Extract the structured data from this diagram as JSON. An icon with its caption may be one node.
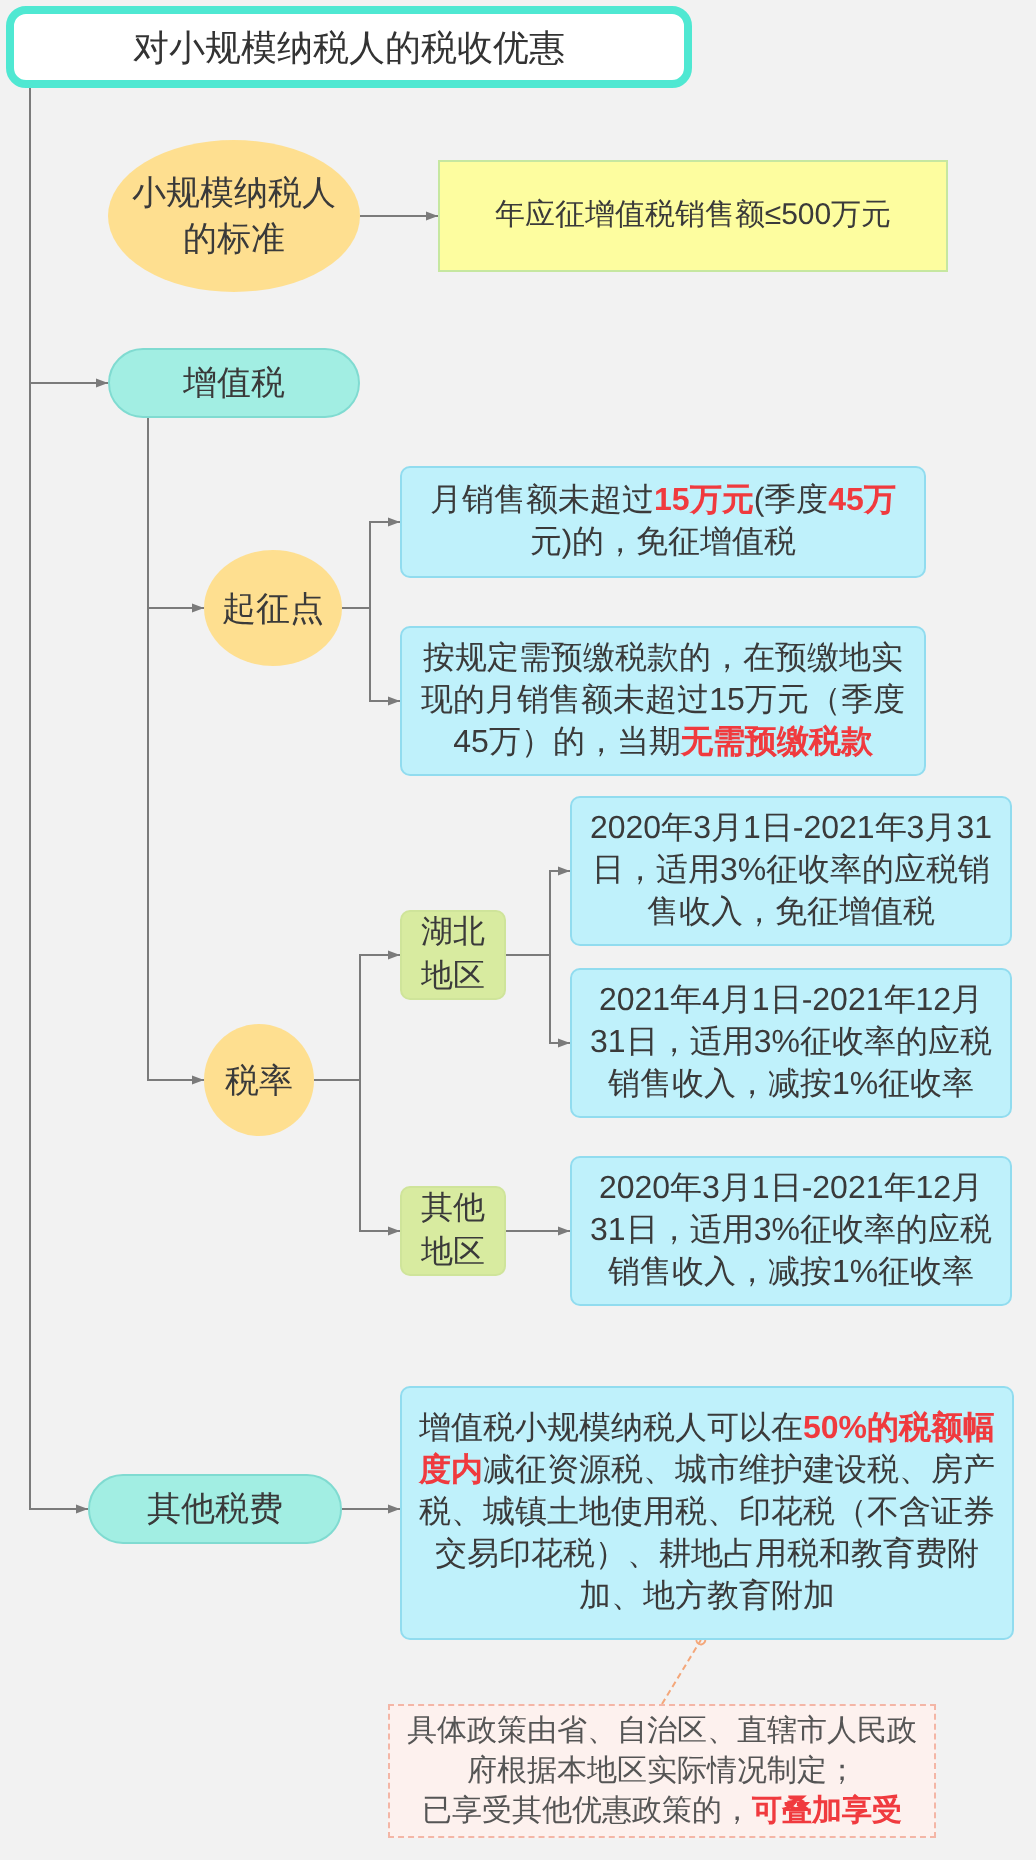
{
  "diagram": {
    "nodes": [
      {
        "text": [
          "对小规模纳税人的税收优惠"
        ]
      },
      {
        "text": [
          "小规模纳税人的标准"
        ]
      },
      {
        "text": [
          "年应征增值税销售额≤500万元"
        ]
      },
      {
        "text": [
          "增值税"
        ]
      },
      {
        "text": [
          "起征点"
        ]
      },
      {
        "text": [
          "月销售额未超过**15万元**(季度**45万**元)的，免征增值税"
        ]
      },
      {
        "text": [
          "按规定需预缴税款的，在预缴地实现的月销售额未超过15万元（季度45万）的，当期**无需预缴税款**"
        ]
      },
      {
        "text": [
          "税率"
        ]
      },
      {
        "text": [
          "湖北地区"
        ]
      },
      {
        "text": [
          "2020年3月1日-2021年3月31日，适用3%征收率的应税销售收入，免征增值税"
        ]
      },
      {
        "text": [
          "2021年4月1日-2021年12月31日，适用3%征收率的应税销售收入，减按1%征收率"
        ]
      },
      {
        "text": [
          "其他地区"
        ]
      },
      {
        "text": [
          "2020年3月1日-2021年12月31日，适用3%征收率的应税销售收入，减按1%征收率"
        ]
      },
      {
        "text": [
          "其他税费"
        ]
      },
      {
        "text": [
          "增值税小规模纳税人可以在**50%的税额幅度内**减征资源税、城市维护建设税、房产税、城镇土地使用税、印花税（不含证券交易印花税）、耕地占用税和教育费附加、地方教育附加"
        ]
      },
      {
        "text": [
          "具体政策由省、自治区、直辖市人民政府根据本地区实际情况制定；",
          "已享受其他优惠政策的，**可叠加享受**"
        ]
      }
    ],
    "edges": [
      {
        "from": 0,
        "to": 3,
        "arrow": "to"
      },
      {
        "from": 0,
        "to": 13,
        "arrow": "to"
      },
      {
        "from": 1,
        "to": 2,
        "arrow": "to"
      },
      {
        "from": 3,
        "to": 4,
        "arrow": "to"
      },
      {
        "from": 3,
        "to": 7,
        "arrow": "to"
      },
      {
        "from": 4,
        "to": 5,
        "arrow": "to"
      },
      {
        "from": 4,
        "to": 6,
        "arrow": "to"
      },
      {
        "from": 7,
        "to": 8,
        "arrow": "to"
      },
      {
        "from": 7,
        "to": 11,
        "arrow": "to"
      },
      {
        "from": 8,
        "to": 9,
        "arrow": "to"
      },
      {
        "from": 8,
        "to": 10,
        "arrow": "to"
      },
      {
        "from": 11,
        "to": 12,
        "arrow": "to"
      },
      {
        "from": 13,
        "to": 14,
        "arrow": "to"
      },
      {
        "from": 15,
        "to": 14,
        "arrow": "other",
        "style": "dashed",
        "color": "#f4a77a"
      }
    ]
  }
}
